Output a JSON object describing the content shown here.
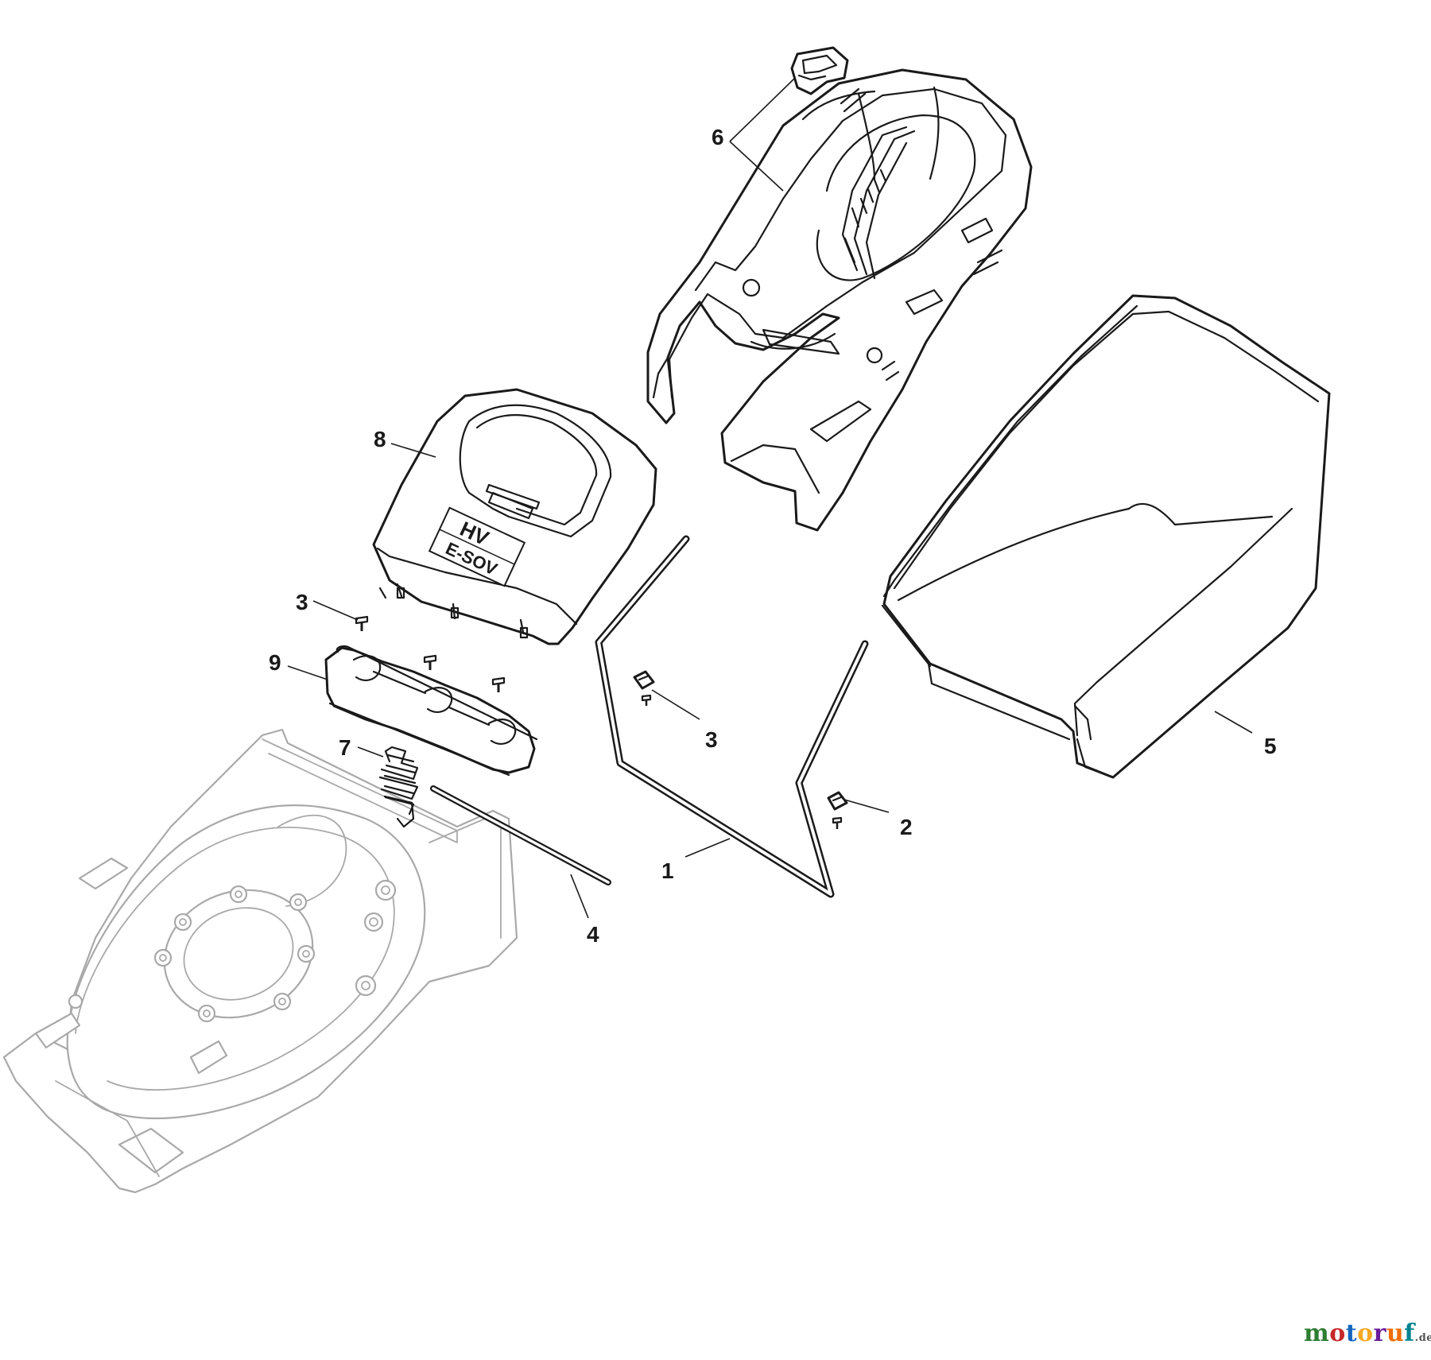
{
  "diagram": {
    "callouts": {
      "c1": "1",
      "c2": "2",
      "c3a": "3",
      "c3b": "3",
      "c4": "4",
      "c5": "5",
      "c6": "6",
      "c7": "7",
      "c8": "8",
      "c9": "9"
    },
    "cover_label_top": "HV",
    "cover_label_bottom": "E-SOV"
  },
  "watermark": {
    "text": "motoruf",
    "tld": ".de",
    "colors": [
      "#2e7d32",
      "#c62828",
      "#1565c0",
      "#f9a825",
      "#6a1b9a",
      "#ef6c00",
      "#00838f"
    ]
  }
}
